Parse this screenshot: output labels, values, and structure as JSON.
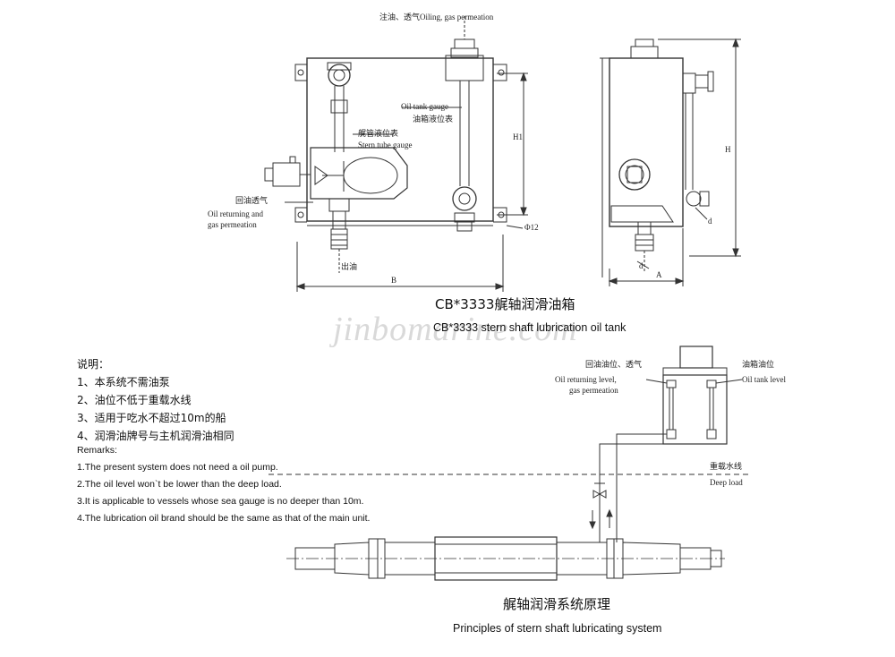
{
  "top_figure": {
    "label_oiling": "注油、透气Oiling, gas permeation",
    "label_tank_gauge_en": "Oil tank gauge",
    "label_tank_gauge_cn": "油箱液位表",
    "label_stern_tube_cn": "艉管液位表",
    "label_stern_tube_en": "Stern tube gauge",
    "label_return_cn": "回油透气",
    "label_return_en1": "Oil returning and",
    "label_return_en2": "gas permeation",
    "label_outlet": "出油",
    "dim_B": "B",
    "dim_H1": "H1",
    "dim_H": "H",
    "dim_A": "A",
    "dim_d": "d",
    "dim_d2": "d",
    "dim_phi": "Φ12",
    "title_cn": "CB*3333艉轴润滑油箱",
    "title_en": "CB*3333 stern shaft lubrication oil tank",
    "watermark": "jinbomarine.com"
  },
  "notes": {
    "heading": "说明：",
    "items": [
      "1、本系统不需油泵",
      "2、油位不低于重载水线",
      "3、适用于吃水不超过10m的船",
      "4、润滑油牌号与主机润滑油相同"
    ],
    "remarks_heading": "Remarks:",
    "remarks": [
      "1.The present system does not need a oil pump.",
      "2.The oil level won`t be lower than the deep load.",
      "3.It is applicable to vessels whose sea gauge is no deeper than 10m.",
      "4.The lubrication oil brand should be the same as that of the main unit."
    ]
  },
  "bottom_figure": {
    "label_return_cn": "回油油位、透气",
    "label_return_en1": "Oil returning level,",
    "label_return_en2": "gas permeation",
    "label_tank_cn": "油箱油位",
    "label_tank_en": "Oil tank level",
    "label_deep_cn": "重载水线",
    "label_deep_en": "Deep load",
    "title_cn": "艉轴润滑系统原理",
    "title_en": "Principles of stern shaft lubricating system"
  }
}
